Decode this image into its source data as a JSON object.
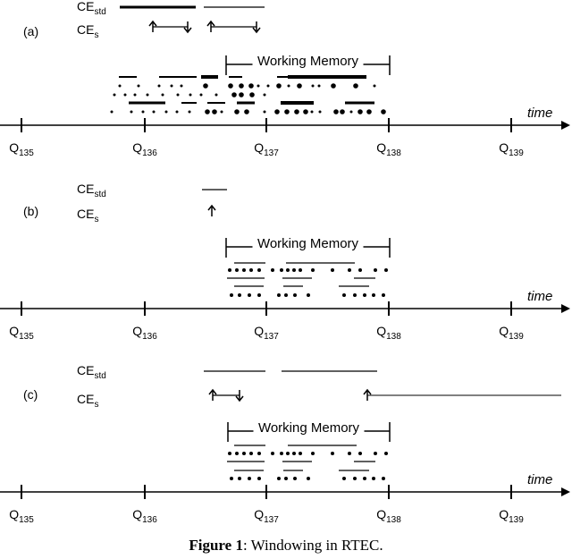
{
  "panels": [
    {
      "label": "(a)",
      "ce_std": {
        "main": "CE",
        "sub": "std"
      },
      "ce_s": {
        "main": "CE",
        "sub": "s"
      },
      "working_memory": "Working Memory",
      "time": "time",
      "ticks": [
        {
          "main": "Q",
          "sub": "135"
        },
        {
          "main": "Q",
          "sub": "136"
        },
        {
          "main": "Q",
          "sub": "137"
        },
        {
          "main": "Q",
          "sub": "138"
        },
        {
          "main": "Q",
          "sub": "139"
        }
      ]
    },
    {
      "label": "(b)",
      "ce_std": {
        "main": "CE",
        "sub": "std"
      },
      "ce_s": {
        "main": "CE",
        "sub": "s"
      },
      "working_memory": "Working Memory",
      "time": "time",
      "ticks": [
        {
          "main": "Q",
          "sub": "135"
        },
        {
          "main": "Q",
          "sub": "136"
        },
        {
          "main": "Q",
          "sub": "137"
        },
        {
          "main": "Q",
          "sub": "138"
        },
        {
          "main": "Q",
          "sub": "139"
        }
      ]
    },
    {
      "label": "(c)",
      "ce_std": {
        "main": "CE",
        "sub": "std"
      },
      "ce_s": {
        "main": "CE",
        "sub": "s"
      },
      "working_memory": "Working Memory",
      "time": "time",
      "ticks": [
        {
          "main": "Q",
          "sub": "135"
        },
        {
          "main": "Q",
          "sub": "136"
        },
        {
          "main": "Q",
          "sub": "137"
        },
        {
          "main": "Q",
          "sub": "138"
        },
        {
          "main": "Q",
          "sub": "139"
        }
      ]
    }
  ],
  "caption": {
    "bold": "Figure 1",
    "text": ": Windowing in RTEC."
  }
}
